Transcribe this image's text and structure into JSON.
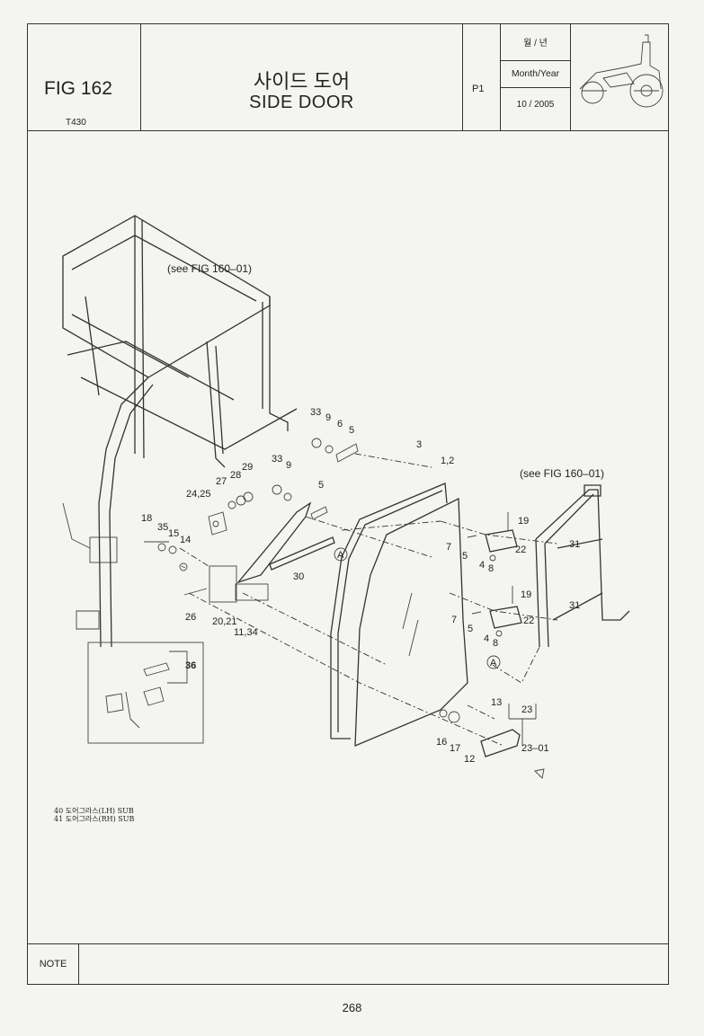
{
  "header": {
    "fig_number": "FIG 162",
    "model": "T430",
    "title_korean": "사이드 도어",
    "title_english": "SIDE DOOR",
    "page_code": "P1",
    "date_label_korean": "월 / 년",
    "date_label_english": "Month/Year",
    "date_value": "10 / 2005"
  },
  "diagram": {
    "see_references": [
      "(see FIG 160–01)",
      "(see FIG 160–01)"
    ],
    "callouts": [
      "33",
      "9",
      "6",
      "5",
      "3",
      "1,2",
      "33",
      "9",
      "5",
      "27",
      "28",
      "29",
      "24,25",
      "18",
      "35",
      "15",
      "14",
      "26",
      "20,21",
      "11,34",
      "30",
      "19",
      "7",
      "5",
      "4",
      "8",
      "22",
      "31",
      "19",
      "7",
      "5",
      "4",
      "8",
      "22",
      "31",
      "36",
      "13",
      "23",
      "16",
      "17",
      "12",
      "23–01",
      "A",
      "A"
    ]
  },
  "legend": [
    "40 도어그라스(LH) SUB",
    "41 도어그라스(RH) SUB"
  ],
  "note_label": "NOTE",
  "page_number": "268"
}
